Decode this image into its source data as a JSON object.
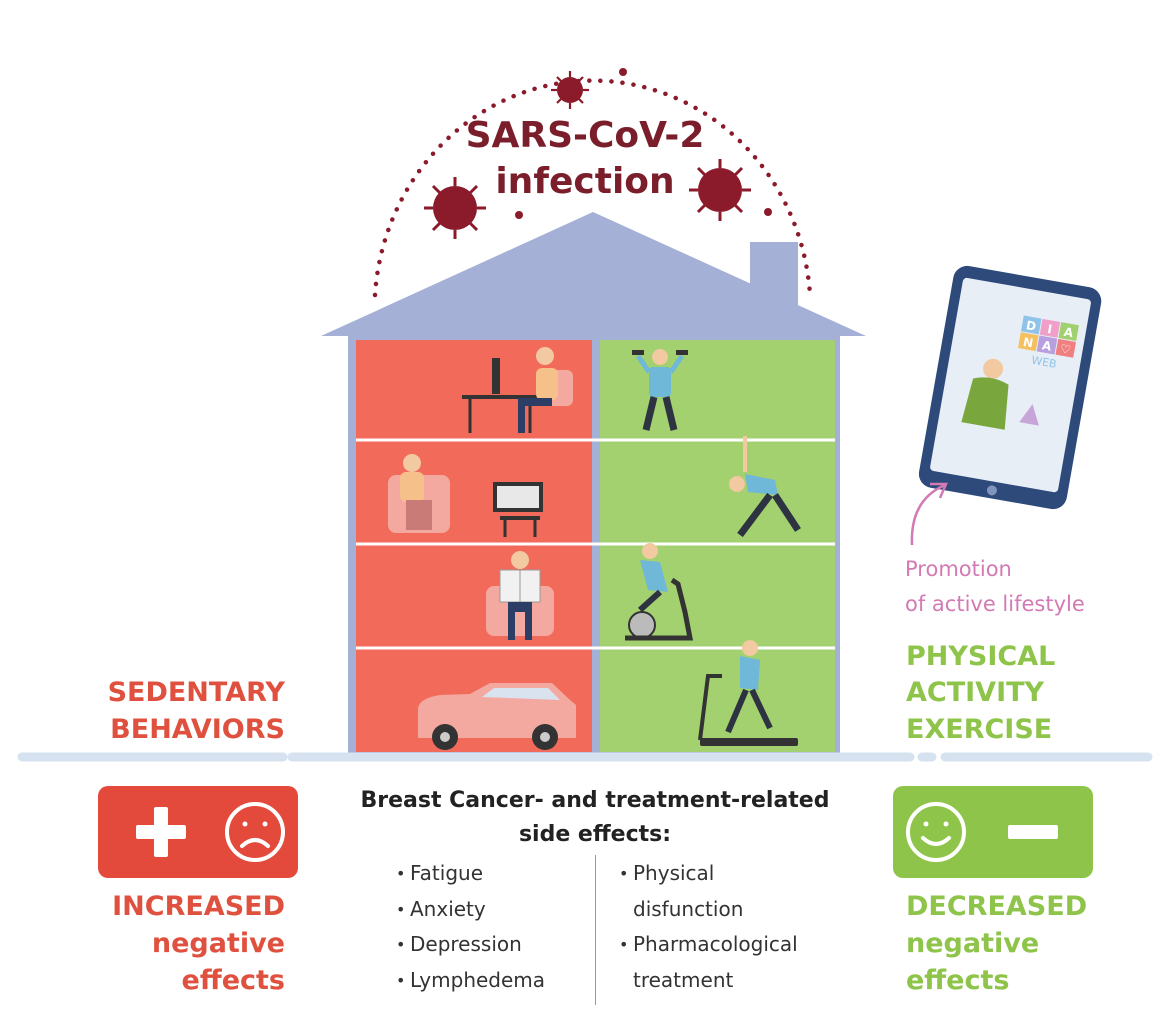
{
  "title": {
    "line1": "SARS-CoV-2",
    "line2": "infection"
  },
  "sedentary": {
    "line1": "SEDENTARY",
    "line2": "BEHAVIORS"
  },
  "physical": {
    "line1": "PHYSICAL",
    "line2": "ACTIVITY",
    "line3": "EXERCISE"
  },
  "promotion": {
    "line1": "Promotion",
    "line2": "of active lifestyle"
  },
  "tablet": {
    "letters": [
      "D",
      "I",
      "A",
      "N",
      "A",
      "♡"
    ],
    "web": "WEB"
  },
  "effects": {
    "title_line1": "Breast Cancer- and treatment-related",
    "title_line2": "side effects:",
    "list_left": [
      "Fatigue",
      "Anxiety",
      "Depression",
      "Lymphedema"
    ],
    "list_right": [
      "Physical",
      "disfunction",
      "Pharmacological",
      "treatment"
    ]
  },
  "increased": {
    "line1": "INCREASED",
    "line2": "negative",
    "line3": "effects"
  },
  "decreased": {
    "line1": "DECREASED",
    "line2": "negative",
    "line3": "effects"
  },
  "colors": {
    "sedentary_red": "#f26a5a",
    "active_green": "#a3d16f",
    "roof_blue": "#a5b0d6",
    "virus": "#8b1a2b",
    "promo_pink": "#d37ab4"
  }
}
